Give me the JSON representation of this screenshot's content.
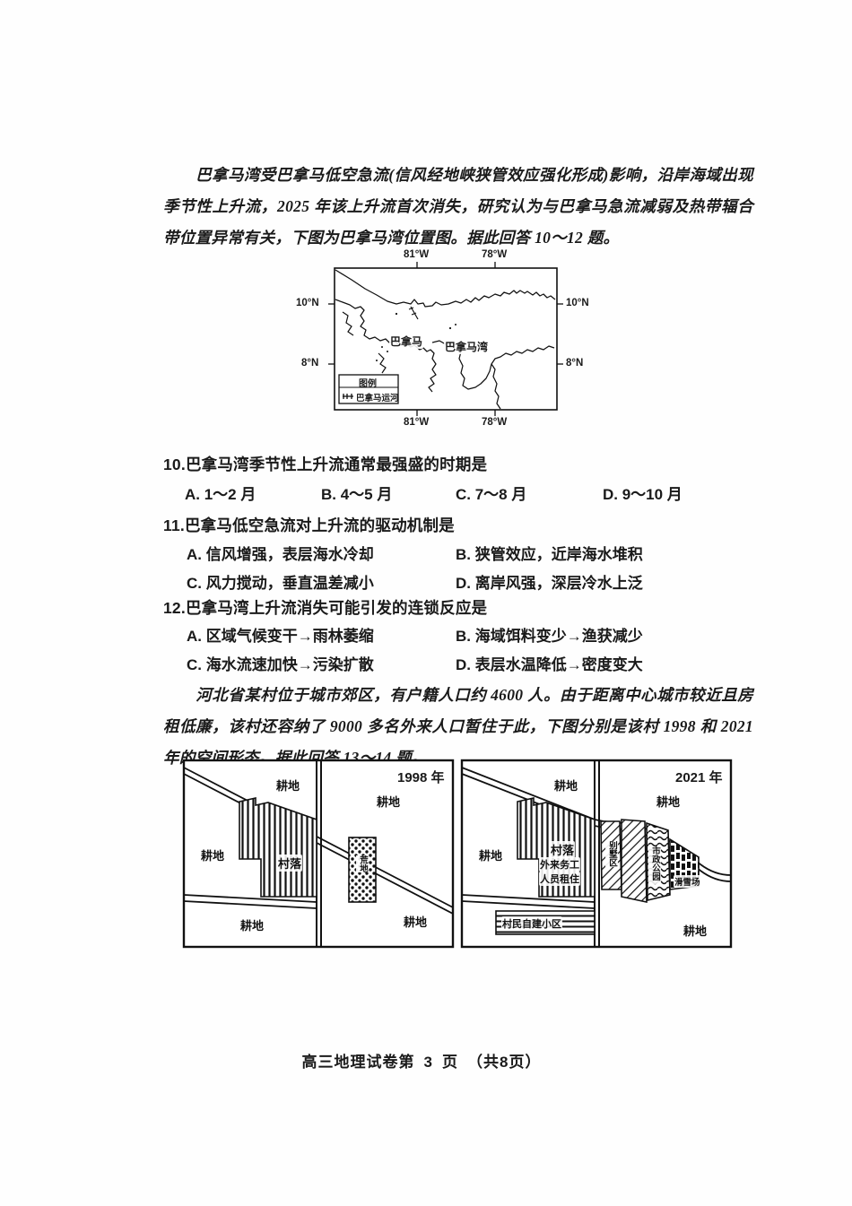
{
  "document": {
    "subject": "高三地理试卷",
    "footer": {
      "prefix": "高三地理试卷第",
      "page_number": "3",
      "page_word": "页",
      "total": "（共8页）"
    }
  },
  "passage1": {
    "text": "巴拿马湾受巴拿马低空急流(信风经地峡狭管效应强化形成)影响，沿岸海域出现季节性上升流，2025 年该上升流首次消失，研究认为与巴拿马急流减弱及热带辐合带位置异常有关，下图为巴拿马湾位置图。据此回答 10～12 题。"
  },
  "map_figure": {
    "name": "巴拿马湾位置图",
    "top_ticks": [
      "81°W",
      "78°W"
    ],
    "bottom_ticks": [
      "81°W",
      "78°W"
    ],
    "left_ticks": [
      "10°N",
      "8°N"
    ],
    "right_ticks": [
      "10°N",
      "8°N"
    ],
    "area_labels": [
      "巴拿马",
      "巴拿马湾"
    ],
    "legend": {
      "title": "图例",
      "items": [
        "巴拿马运河"
      ]
    }
  },
  "questions": [
    {
      "number": "10.",
      "stem": "巴拿马湾季节性上升流通常最强盛的时期是",
      "layout": "four",
      "options": [
        "A. 1～2 月",
        "B. 4～5 月",
        "C. 7～8 月",
        "D. 9～10 月"
      ]
    },
    {
      "number": "11.",
      "stem": "巴拿马低空急流对上升流的驱动机制是",
      "layout": "two",
      "options": [
        "A. 信风增强，表层海水冷却",
        "B. 狭管效应，近岸海水堆积",
        "C. 风力搅动，垂直温差减小",
        "D. 离岸风强，深层冷水上泛"
      ]
    },
    {
      "number": "12.",
      "stem": "巴拿马湾上升流消失可能引发的连锁反应是",
      "layout": "two",
      "options": [
        "A. 区域气候变干→雨林萎缩",
        "B. 海域饵料变少→渔获减少",
        "C. 海水流速加快→污染扩散",
        "D. 表层水温降低→密度变大"
      ]
    }
  ],
  "passage2": {
    "text": "河北省某村位于城市郊区，有户籍人口约 4600 人。由于距离中心城市较近且房租低廉，该村还容纳了 9000 多名外来人口暂住于此，下图分别是该村 1998 和 2021 年的空间形态。据此回答 13～14 题。"
  },
  "village_figures": {
    "left": {
      "year": "1998 年",
      "labels": {
        "farmland_top": "耕地",
        "farmland_left": "耕地",
        "farmland_bottom": "耕地",
        "farmland_right_top": "耕地",
        "farmland_right_bottom": "耕地",
        "village": "村落",
        "wasteland": "荒地"
      }
    },
    "right": {
      "year": "2021 年",
      "labels": {
        "farmland_top": "耕地",
        "farmland_left": "耕地",
        "farmland_right_top": "耕地",
        "farmland_right_bottom": "耕地",
        "village": "村落",
        "village_sub1": "外来务工",
        "village_sub2": "人员租住",
        "villa_zone": "别墅区",
        "city_park": "市政公园",
        "ski_resort": "滑雪场",
        "self_built": "村民自建小区"
      }
    }
  },
  "colors": {
    "ink": "#1a1a1a",
    "paper": "#fefefe",
    "line": "#111111"
  }
}
